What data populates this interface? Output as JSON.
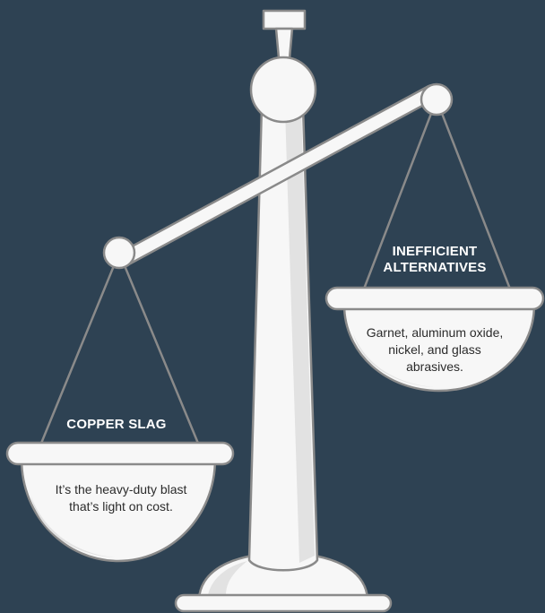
{
  "left_pan": {
    "title": "COPPER SLAG",
    "description": "It’s the heavy-duty blast that’s light on cost."
  },
  "right_pan": {
    "title": "INEFFICIENT ALTERNATIVES",
    "description": "Garnet, aluminum oxide, nickel, and glass abrasives."
  },
  "colors": {
    "background": "#2e4253",
    "scale_fill": "#f7f7f7",
    "scale_shade": "#e2e2e2",
    "outline": "#8a8a8a"
  }
}
